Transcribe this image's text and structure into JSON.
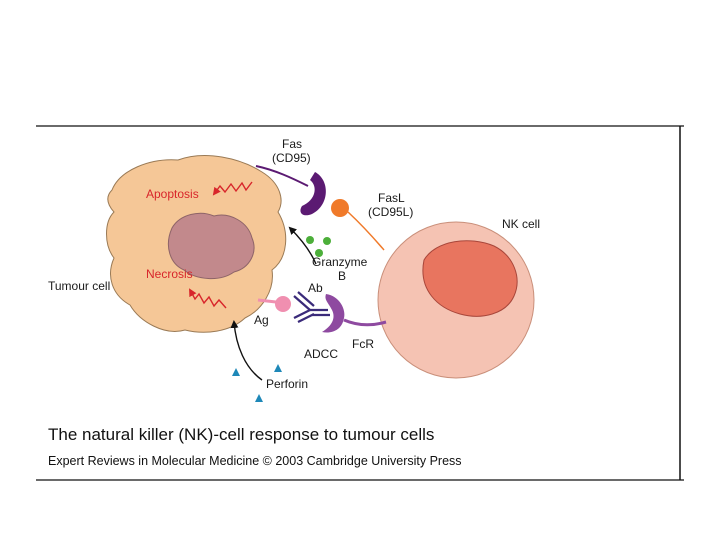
{
  "labels": {
    "fas_line1": "Fas",
    "fas_line2": "(CD95)",
    "fasl_line1": "FasL",
    "fasl_line2": "(CD95L)",
    "nk_cell": "NK cell",
    "apoptosis": "Apoptosis",
    "necrosis": "Necrosis",
    "granzyme_line1": "Granzyme",
    "granzyme_line2": "B",
    "tumour_cell": "Tumour cell",
    "ab": "Ab",
    "ag": "Ag",
    "adcc": "ADCC",
    "fcr": "FcR",
    "perforin": "Perforin"
  },
  "caption": {
    "title": "The natural killer (NK)-cell response to tumour cells",
    "source": "Expert Reviews in Molecular Medicine © 2003 Cambridge University Press"
  },
  "colors": {
    "tumour_fill": "#f5c797",
    "tumour_nucleus": "#c2898c",
    "nk_fill": "#f5c3b3",
    "nk_nucleus": "#e8755f",
    "fas_purple": "#5b1a72",
    "fcr_purple": "#8e4aa0",
    "antibody": "#3a2a7a",
    "antigen": "#f08fb0",
    "fasl_orange": "#f07a2a",
    "granzyme_green": "#4caf3a",
    "perforin_blue": "#1e88b8",
    "red_text": "#d8262b"
  }
}
